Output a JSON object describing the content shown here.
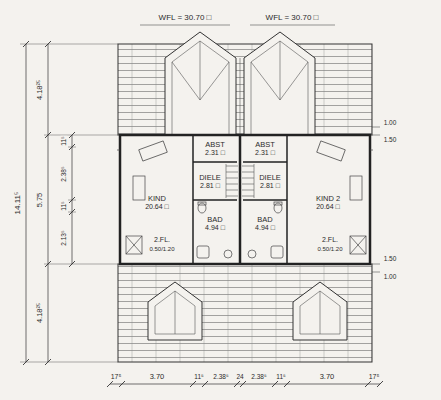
{
  "diagram": {
    "nodes": [
      {
        "text": [
          "KIND",
          "20.64 □"
        ]
      },
      {
        "text": [
          "ABST",
          "2.31 □"
        ]
      },
      {
        "text": [
          "DIELE",
          "2.81 □"
        ]
      },
      {
        "text": [
          "BAD",
          "4.94 □"
        ]
      },
      {
        "text": [
          "ABST",
          "2.31 □"
        ]
      },
      {
        "text": [
          "DIELE",
          "2.81 □"
        ]
      },
      {
        "text": [
          "BAD",
          "4.94 □"
        ]
      },
      {
        "text": [
          "KIND 2",
          "20.64 □"
        ]
      }
    ],
    "labels": [
      "WFL = 30.70 □",
      "WFL = 30.70 □",
      "14.11⁵",
      "4.18²⁵",
      "5.75",
      "4.18²⁵",
      "11⁵",
      "2.38⁵",
      "11⁵",
      "2.13⁵",
      "1.00",
      "1.50",
      "1.50",
      "1.00",
      "2.FL.",
      "0.50/1.20",
      "2.FL.",
      "0.50/1.20",
      "17⁵",
      "3.70",
      "11⁵",
      "2.38⁵",
      "24",
      "2.38⁵",
      "11⁵",
      "3.70",
      "17⁵"
    ]
  }
}
